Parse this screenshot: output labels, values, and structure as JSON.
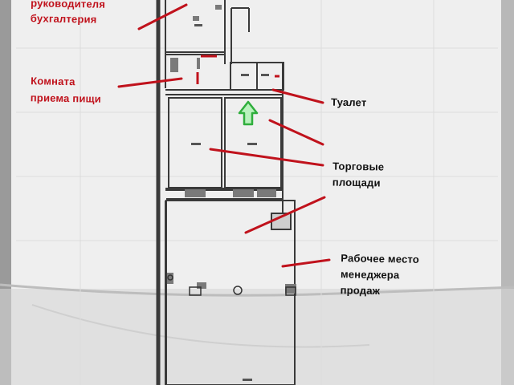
{
  "labels": {
    "director_accounting": "руководителя\nбухгалтерия",
    "dining_room": "Комната\nприема пищи",
    "toilet": "Туалет",
    "sales_area": "Торговые\nплощади",
    "manager_workplace": "Рабочее место\nменеджера\nпродаж"
  },
  "colors": {
    "annotation": "#c0121c",
    "arrow": "#2fae3c",
    "wall": "#3a3a3a",
    "paper": "#efefef"
  },
  "icons": [
    "up-arrow-icon"
  ]
}
